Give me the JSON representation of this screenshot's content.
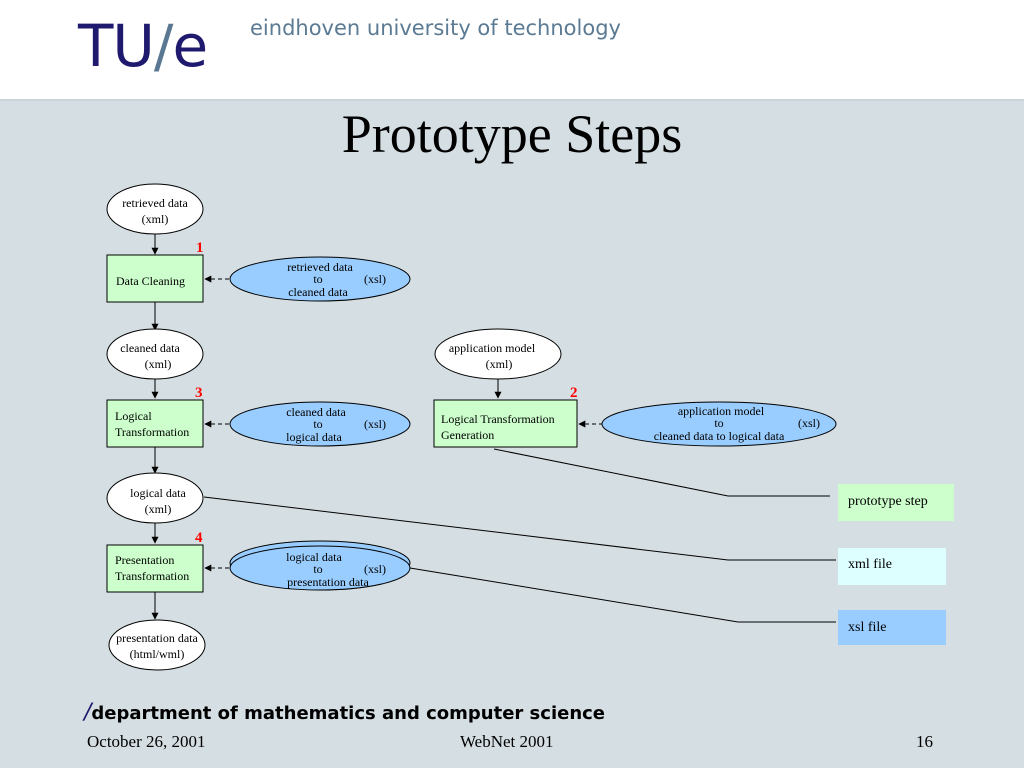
{
  "header": {
    "logo_tu": "TU",
    "logo_slash": "/",
    "logo_e": "e",
    "university": "eindhoven university of technology"
  },
  "slide": {
    "title": "Prototype Steps"
  },
  "diagram": {
    "data_nodes": {
      "retrieved": [
        "retrieved data",
        "(xml)"
      ],
      "cleaned": [
        "cleaned data",
        "(xml)"
      ],
      "logical": [
        "logical data",
        "(xml)"
      ],
      "presentation": [
        "presentation data",
        "(html/wml)"
      ],
      "appmodel": [
        "application model",
        "(xml)"
      ]
    },
    "steps": {
      "cleaning": {
        "lines": [
          "Data Cleaning"
        ],
        "number": "1"
      },
      "logical": {
        "lines": [
          "Logical",
          "Transformation"
        ],
        "number": "3"
      },
      "generation": {
        "lines": [
          "Logical Transformation",
          "Generation"
        ],
        "number": "2"
      },
      "presentation": {
        "lines": [
          "Presentation",
          "Transformation"
        ],
        "number": "4"
      }
    },
    "xsl_nodes": {
      "ret_to_clean": {
        "top": "retrieved data",
        "to": "to",
        "tag": "(xsl)",
        "bottom": "cleaned data"
      },
      "clean_to_logic": {
        "top": "cleaned data",
        "to": "to",
        "tag": "(xsl)",
        "bottom": "logical data"
      },
      "app_to_logic": {
        "top": "application model",
        "to": "to",
        "tag": "(xsl)",
        "bottom": "cleaned data to logical data"
      },
      "logic_to_pres": {
        "top": "logical data",
        "to": "to",
        "tag": "(xsl)",
        "bottom": "presentation data"
      }
    },
    "legend": {
      "prototype_step": "prototype step",
      "xml_file": "xml file",
      "xsl_file": "xsl file"
    },
    "colors": {
      "step_fill": "#ccffcc",
      "xml_fill": "#ffffff",
      "xsl_fill": "#99ccff",
      "legend_xml_fill": "#ddffff",
      "number": "#ff0000"
    }
  },
  "footer": {
    "dept_slash": "/",
    "department": "department of mathematics and computer science",
    "date": "October 26, 2001",
    "event": "WebNet 2001",
    "page": "16"
  }
}
